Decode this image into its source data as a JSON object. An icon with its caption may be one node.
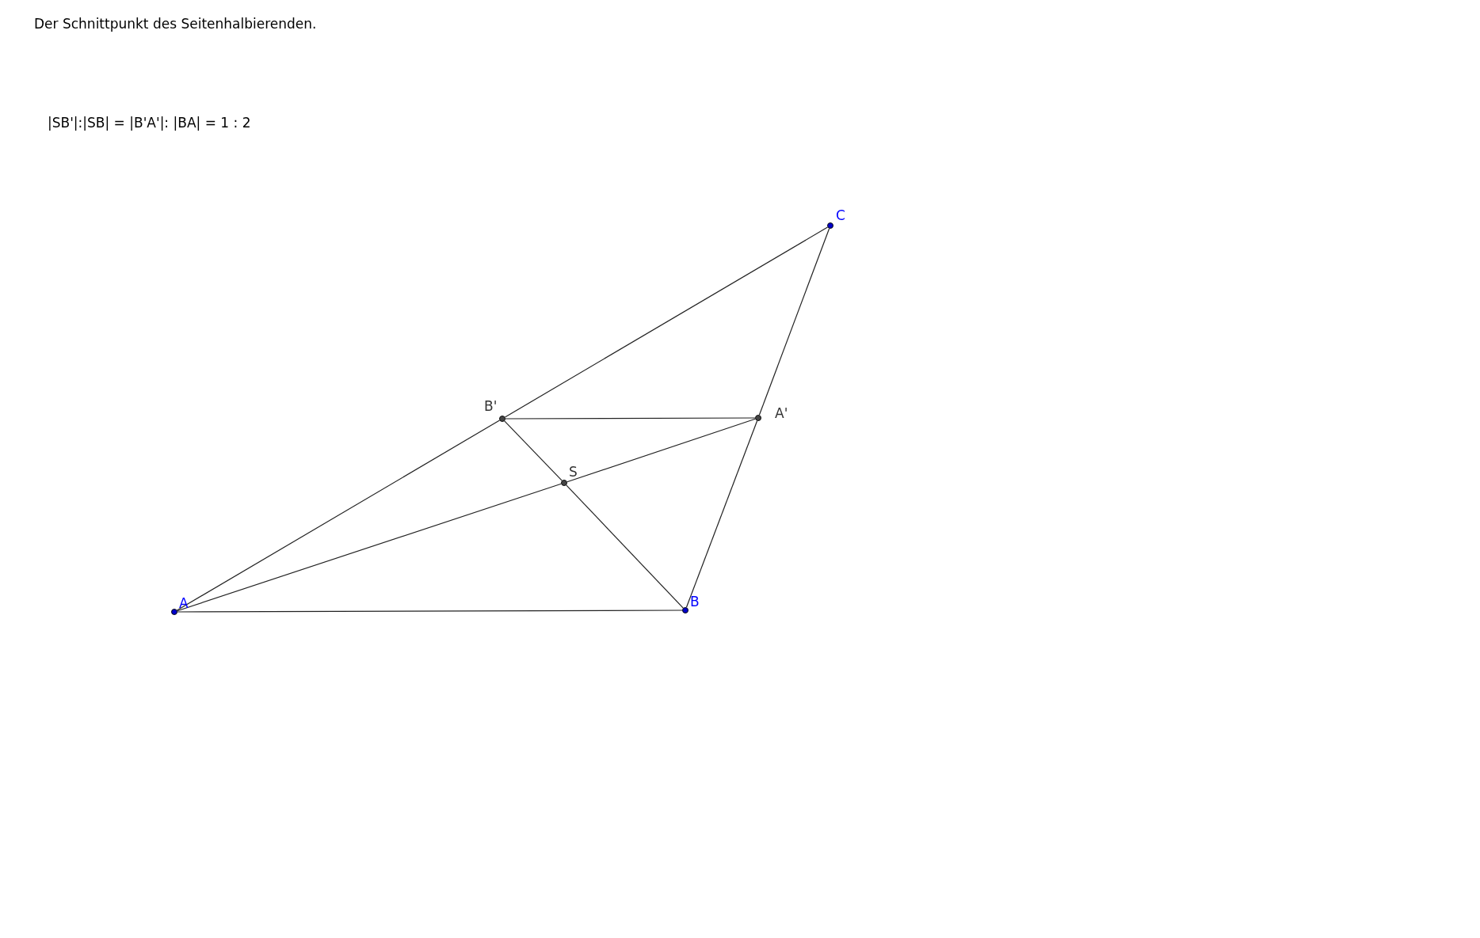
{
  "diagram": {
    "title": "Der Schnittpunkt des Seitenhalbierenden.",
    "nodes": [
      {
        "text": [
          "A"
        ]
      },
      {
        "text": [
          "B"
        ]
      },
      {
        "text": [
          "C"
        ]
      },
      {
        "text": [
          "B'"
        ]
      },
      {
        "text": [
          "A'"
        ]
      },
      {
        "text": [
          "S"
        ]
      }
    ],
    "edges": [
      {
        "from": 0,
        "to": 1,
        "arrow": "none"
      },
      {
        "from": 1,
        "to": 4,
        "arrow": "none"
      },
      {
        "from": 4,
        "to": 2,
        "arrow": "none"
      },
      {
        "from": 0,
        "to": 3,
        "arrow": "none"
      },
      {
        "from": 3,
        "to": 2,
        "arrow": "none"
      },
      {
        "from": 3,
        "to": 4,
        "arrow": "none"
      },
      {
        "from": 0,
        "to": 5,
        "arrow": "none"
      },
      {
        "from": 5,
        "to": 4,
        "arrow": "none"
      },
      {
        "from": 3,
        "to": 5,
        "arrow": "none"
      },
      {
        "from": 5,
        "to": 1,
        "arrow": "none"
      }
    ],
    "labels": [
      "|SB'|:|SB| = |B'A'|: |BA| = 1 : 2"
    ]
  }
}
